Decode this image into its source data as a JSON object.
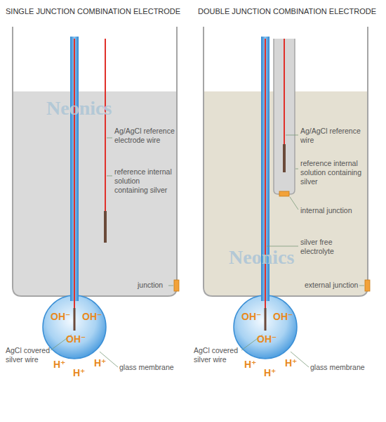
{
  "diagram": {
    "labels": [
      "SINGLE JUNCTION COMBINATION ELECTRODE",
      "DOUBLE JUNCTION COMBINATION ELECTRODE",
      "Ag/AgCl reference electrode wire",
      "reference internal solution containing silver",
      "junction",
      "OH⁻",
      "OH⁻",
      "OH⁻",
      "AgCl covered silver wire",
      "H⁺",
      "H⁺",
      "H⁺",
      "glass membrane",
      "Ag/AgCl reference wire",
      "reference internal solution containing silver",
      "internal junction",
      "silver free electrolyte",
      "external junction",
      "OH⁻",
      "OH⁻",
      "OH⁻",
      "AgCl covered silver wire",
      "H⁺",
      "H⁺",
      "H⁺",
      "glass membrane",
      "Neonics",
      "Neonics"
    ]
  }
}
